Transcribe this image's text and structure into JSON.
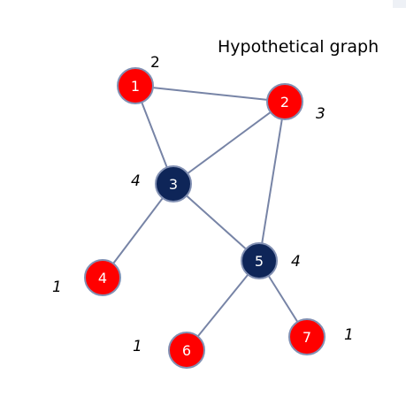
{
  "title": "Hypothetical graph",
  "colors": {
    "red_node": "#ff0000",
    "navy_node": "#0e2558",
    "edge": "#7784a6",
    "node_border": "#8290b3"
  },
  "nodes": [
    {
      "id": "1",
      "label": "1",
      "degree": "2",
      "color": "red"
    },
    {
      "id": "2",
      "label": "2",
      "degree": "3",
      "color": "red"
    },
    {
      "id": "3",
      "label": "3",
      "degree": "4",
      "color": "navy"
    },
    {
      "id": "4",
      "label": "4",
      "degree": "1",
      "color": "red"
    },
    {
      "id": "5",
      "label": "5",
      "degree": "4",
      "color": "navy"
    },
    {
      "id": "6",
      "label": "6",
      "degree": "1",
      "color": "red"
    },
    {
      "id": "7",
      "label": "7",
      "degree": "1",
      "color": "red"
    }
  ],
  "edges": [
    [
      "1",
      "2"
    ],
    [
      "1",
      "3"
    ],
    [
      "2",
      "3"
    ],
    [
      "2",
      "5"
    ],
    [
      "3",
      "4"
    ],
    [
      "3",
      "5"
    ],
    [
      "5",
      "6"
    ],
    [
      "5",
      "7"
    ]
  ]
}
